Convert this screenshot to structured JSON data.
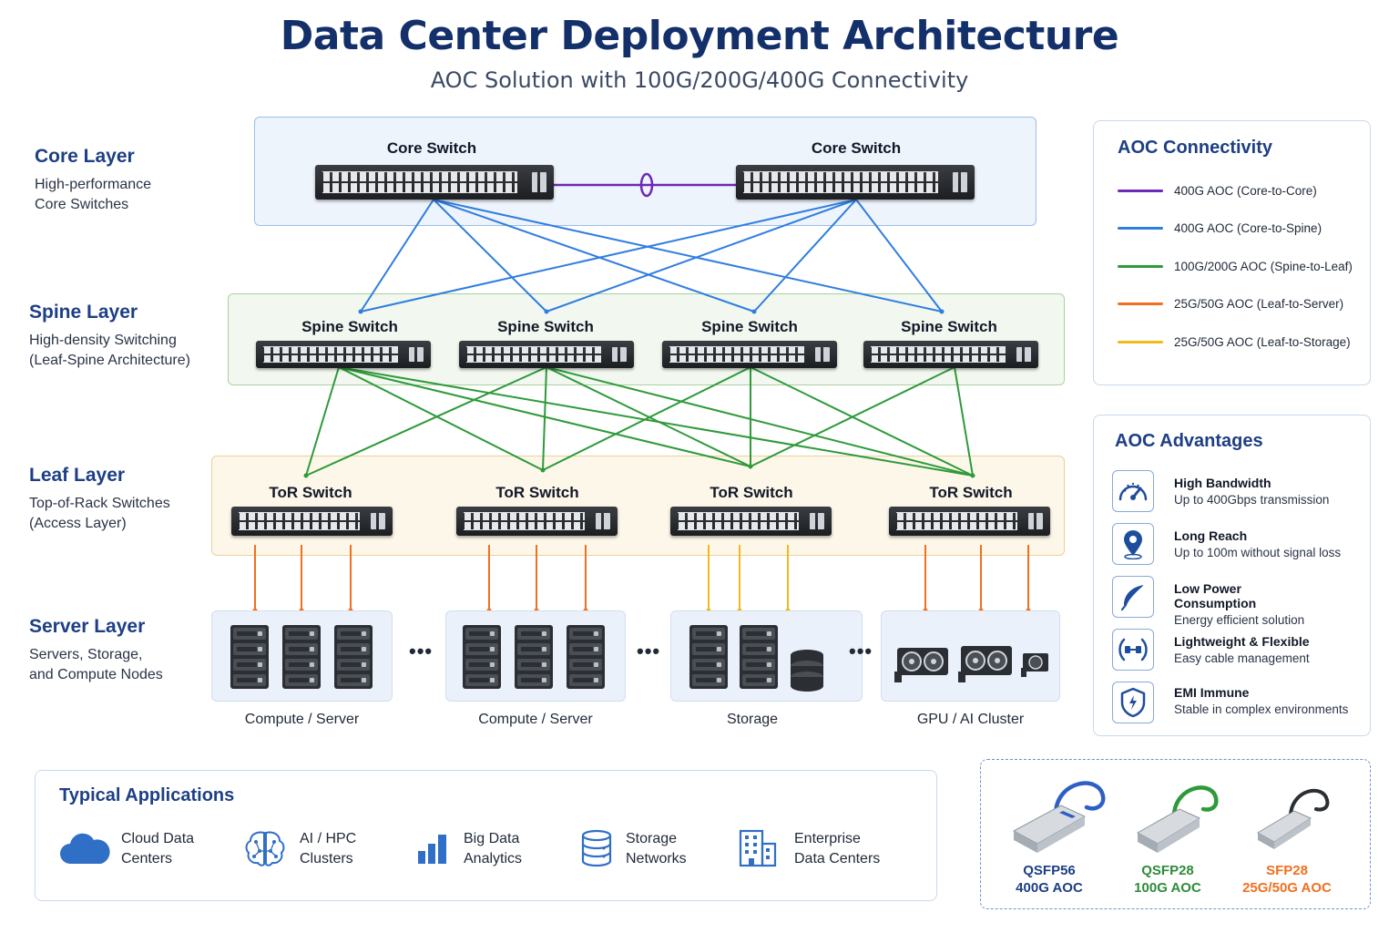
{
  "header": {
    "title": "Data Center Deployment Architecture",
    "subtitle": "AOC Solution with 100G/200G/400G Connectivity"
  },
  "layers": [
    {
      "title": "Core Layer",
      "desc": "High-performance\nCore Switches"
    },
    {
      "title": "Spine Layer",
      "desc": "High-density Switching\n(Leaf-Spine Architecture)"
    },
    {
      "title": "Leaf Layer",
      "desc": "Top-of-Rack Switches\n(Access Layer)"
    },
    {
      "title": "Server Layer",
      "desc": "Servers, Storage,\nand Compute Nodes"
    }
  ],
  "core_switches": [
    "Core Switch",
    "Core Switch"
  ],
  "spine_switches": [
    "Spine Switch",
    "Spine Switch",
    "Spine Switch",
    "Spine Switch"
  ],
  "leaf_switches": [
    "ToR Switch",
    "ToR Switch",
    "ToR Switch",
    "ToR Switch"
  ],
  "server_groups": [
    {
      "label": "Compute / Server"
    },
    {
      "label": "Compute / Server"
    },
    {
      "label": "Storage"
    },
    {
      "label": "GPU / AI Cluster"
    }
  ],
  "ellipsis": "•••",
  "colors": {
    "core_to_core": "#6d28b8",
    "core_to_spine": "#2f7de1",
    "spine_to_leaf": "#2e9a3a",
    "leaf_to_server": "#f07020",
    "leaf_to_storage": "#f2b91c",
    "brand": "#1d3f85"
  },
  "connectivity": {
    "title": "AOC Connectivity",
    "items": [
      {
        "label": "400G AOC (Core-to-Core)",
        "color": "#6d28b8"
      },
      {
        "label": "400G AOC (Core-to-Spine)",
        "color": "#2f7de1"
      },
      {
        "label": "100G/200G AOC (Spine-to-Leaf)",
        "color": "#2e9a3a"
      },
      {
        "label": "25G/50G AOC (Leaf-to-Server)",
        "color": "#f07020"
      },
      {
        "label": "25G/50G AOC (Leaf-to-Storage)",
        "color": "#f2b91c"
      }
    ]
  },
  "advantages": {
    "title": "AOC Advantages",
    "items": [
      {
        "icon": "speedometer-icon",
        "title": "High Bandwidth",
        "desc": "Up to 400Gbps transmission"
      },
      {
        "icon": "location-pin-icon",
        "title": "Long Reach",
        "desc": "Up to 100m without signal loss"
      },
      {
        "icon": "feather-icon",
        "title": "Low Power Consumption",
        "desc": "Energy efficient solution"
      },
      {
        "icon": "flexible-cable-icon",
        "title": "Lightweight & Flexible",
        "desc": "Easy cable management"
      },
      {
        "icon": "shield-icon",
        "title": "EMI Immune",
        "desc": "Stable in complex environments"
      }
    ]
  },
  "applications": {
    "title": "Typical Applications",
    "items": [
      {
        "icon": "cloud-icon",
        "label": "Cloud Data\nCenters"
      },
      {
        "icon": "brain-icon",
        "label": "AI / HPC\nClusters"
      },
      {
        "icon": "bar-chart-icon",
        "label": "Big Data\nAnalytics"
      },
      {
        "icon": "database-icon",
        "label": "Storage\nNetworks"
      },
      {
        "icon": "building-icon",
        "label": "Enterprise\nData Centers"
      }
    ]
  },
  "transceivers": [
    {
      "label": "QSFP56\n400G AOC",
      "color": "#1d3f85",
      "cable": "#2f5fc4"
    },
    {
      "label": "QSFP28\n100G AOC",
      "color": "#2e8b3a",
      "cable": "#2e9a3a"
    },
    {
      "label": "SFP28\n25G/50G AOC",
      "color": "#f07020",
      "cable": "#2b2e33"
    }
  ]
}
